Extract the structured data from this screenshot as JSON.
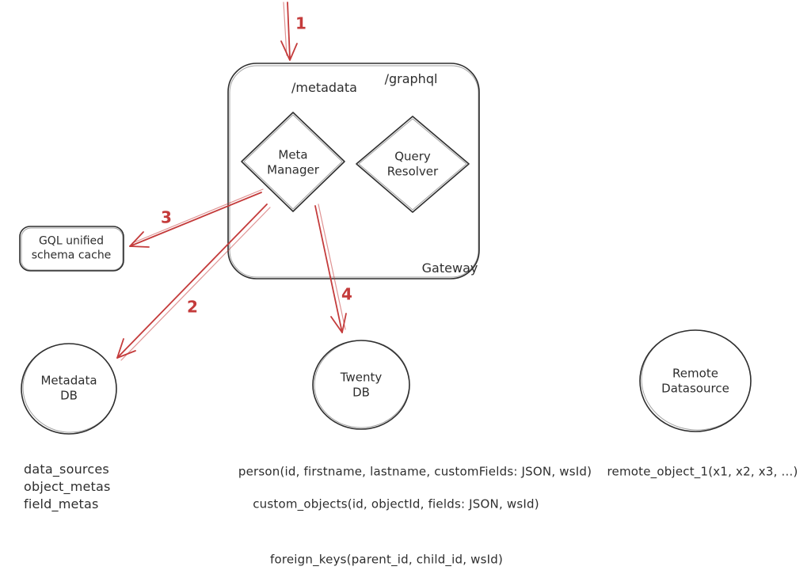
{
  "gateway": {
    "label": "Gateway",
    "endpoint_left": "/metadata",
    "endpoint_right": "/graphql",
    "meta_manager": "Meta\nManager",
    "query_resolver": "Query\nResolver"
  },
  "cache": {
    "label": "GQL unified\nschema cache"
  },
  "databases": {
    "metadata_db": "Metadata\nDB",
    "twenty_db": "Twenty\nDB",
    "remote_datasource": "Remote\nDatasource"
  },
  "arrow_labels": {
    "one": "1",
    "two": "2",
    "three": "3",
    "four": "4"
  },
  "schemas": {
    "metadata_tables": "data_sources\nobject_metas\nfield_metas",
    "person": "person(id, firstname, lastname, customFields: JSON, wsId)",
    "custom_objects": "custom_objects(id, objectId, fields: JSON, wsId)",
    "foreign_keys": "foreign_keys(parent_id, child_id, wsId)",
    "remote_object": "remote_object_1(x1, x2, x3, ...)"
  },
  "colors": {
    "stroke": "#2e2e2e",
    "arrow": "#c43b3b",
    "background": "#ffffff"
  }
}
